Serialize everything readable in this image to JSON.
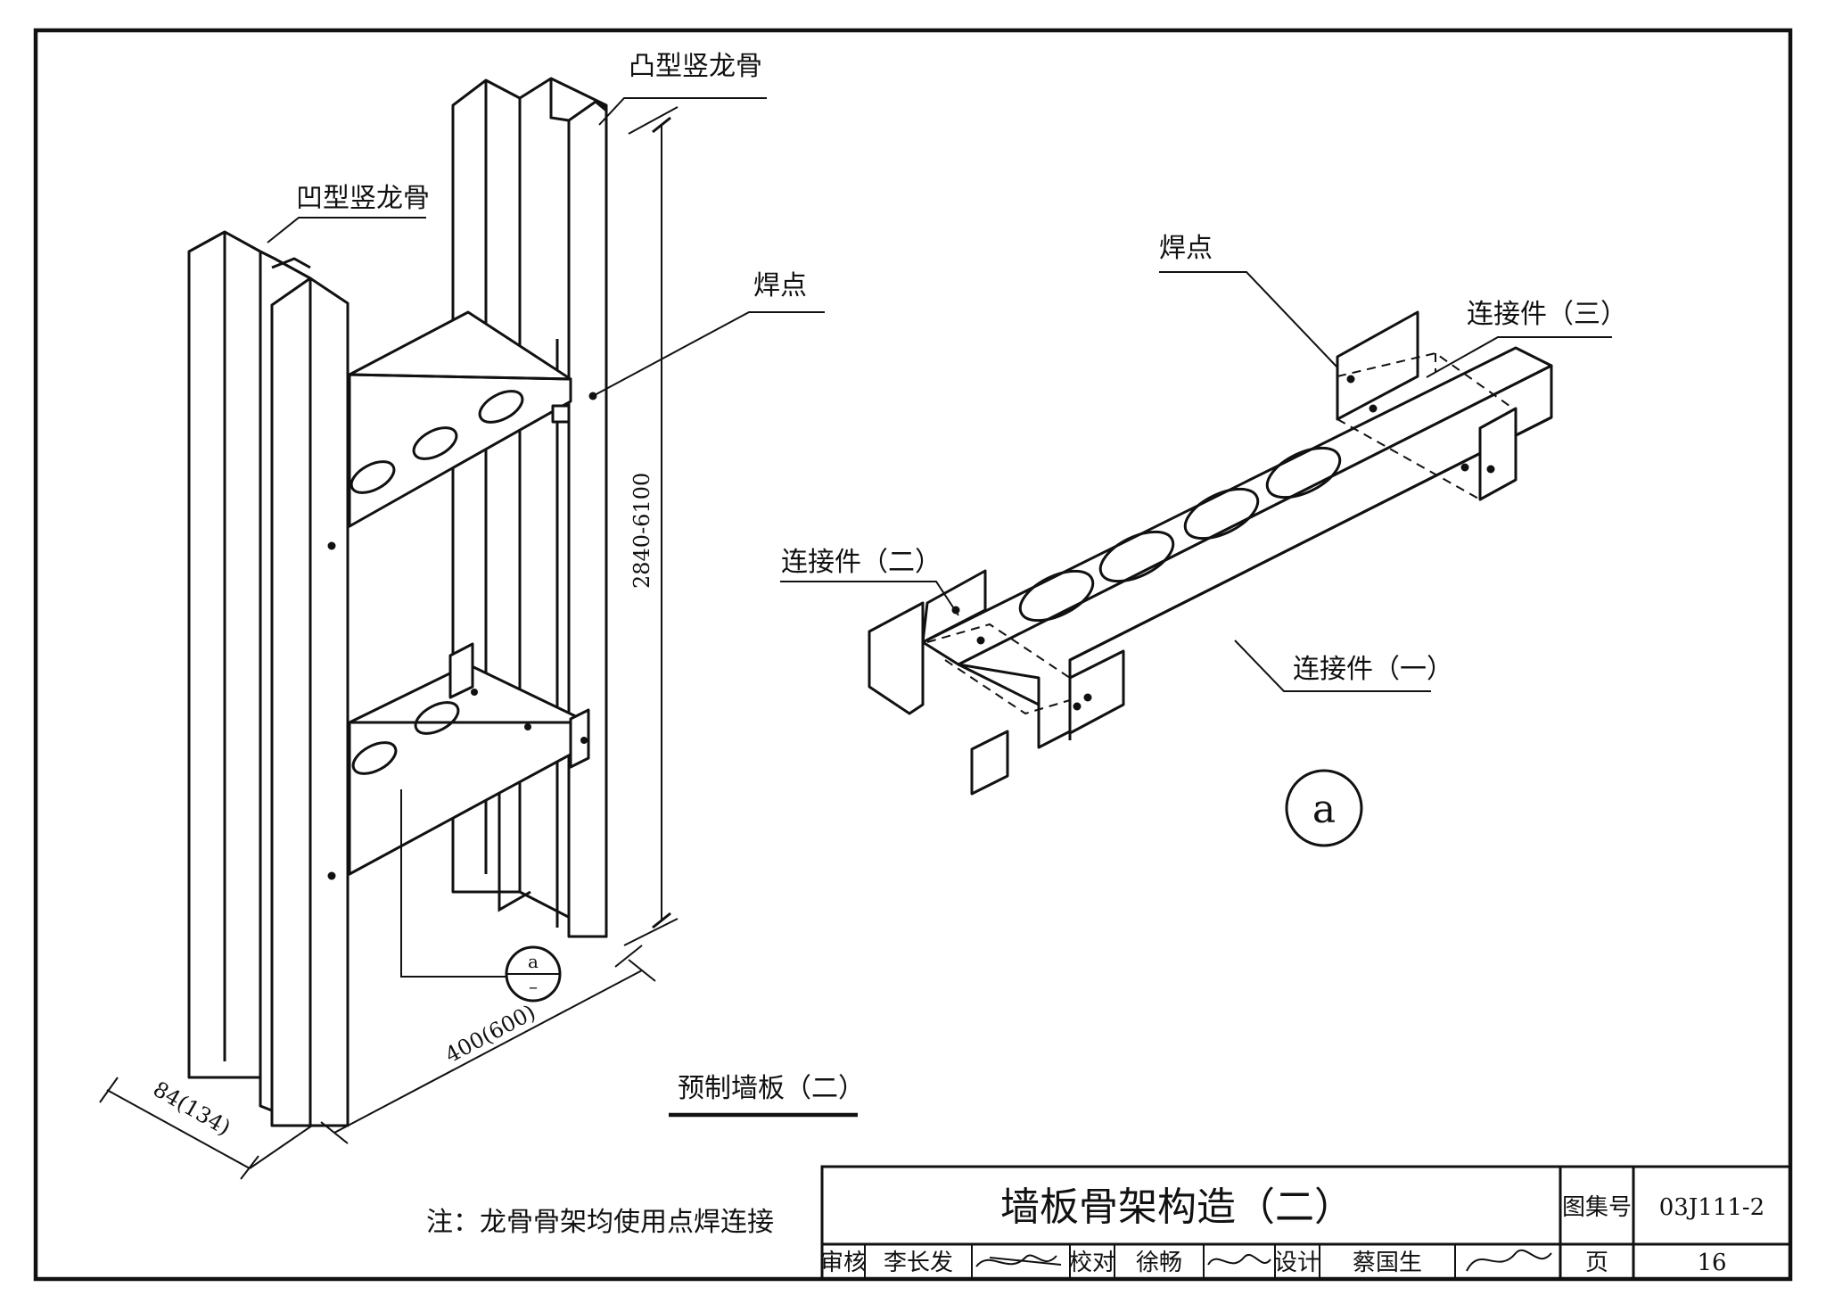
{
  "labels": {
    "convex_stud": "凸型竖龙骨",
    "concave_stud": "凹型竖龙骨",
    "weld_point_main": "焊点",
    "weld_point_detail": "焊点",
    "connector_1": "连接件（一）",
    "connector_2": "连接件（二）",
    "connector_3": "连接件（三）",
    "panel_title": "预制墙板（二）",
    "detail_marker": "a",
    "ref_marker_top": "a",
    "ref_marker_bottom": "–"
  },
  "dimensions": {
    "height": "2840-6100",
    "spacing": "400(600)",
    "depth": "84(134)"
  },
  "note": "注：龙骨骨架均使用点焊连接",
  "title_block": {
    "title": "墙板骨架构造（二）",
    "atlas_label": "图集号",
    "atlas_value": "03J111-2",
    "page_label": "页",
    "page_value": "16",
    "review_label": "审核",
    "review_name": "李长发",
    "check_label": "校对",
    "check_name": "徐畅",
    "design_label": "设计",
    "design_name": "蔡国生"
  }
}
